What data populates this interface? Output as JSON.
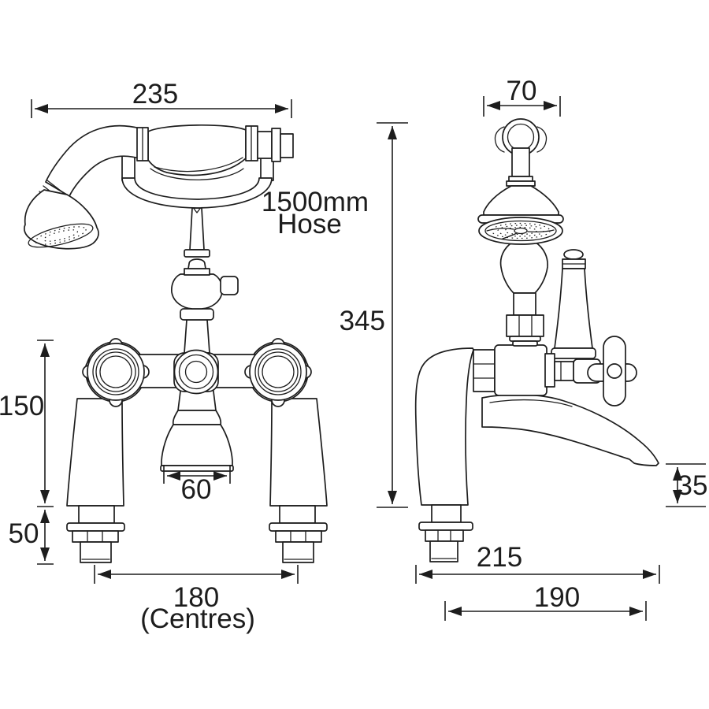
{
  "style": {
    "background": "#ffffff",
    "line_color": "#1d1d1d",
    "text_color": "#1d1d1d"
  },
  "annotation": {
    "hose_line1": "1500mm",
    "hose_line2": "Hose"
  },
  "dims": {
    "handset_length": "235",
    "head_width": "70",
    "overall_height": "345",
    "body_height": "150",
    "shank_length": "50",
    "spout_mouth": "60",
    "centres": "180",
    "centres_note": "(Centres)",
    "overall_depth": "215",
    "spout_reach": "190",
    "outlet_height": "35"
  }
}
